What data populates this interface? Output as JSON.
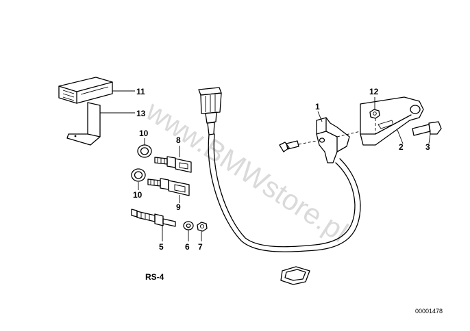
{
  "diagram": {
    "watermark": "www.BMWstore.pl",
    "group_label": "RS-4",
    "image_code": "00001478",
    "callouts": [
      {
        "id": "c1",
        "text": "1"
      },
      {
        "id": "c2",
        "text": "2"
      },
      {
        "id": "c3",
        "text": "3"
      },
      {
        "id": "c5",
        "text": "5"
      },
      {
        "id": "c6",
        "text": "6"
      },
      {
        "id": "c7",
        "text": "7"
      },
      {
        "id": "c8",
        "text": "8"
      },
      {
        "id": "c9",
        "text": "9"
      },
      {
        "id": "c10a",
        "text": "10"
      },
      {
        "id": "c10b",
        "text": "10"
      },
      {
        "id": "c11",
        "text": "11"
      },
      {
        "id": "c12",
        "text": "12"
      },
      {
        "id": "c13",
        "text": "13"
      }
    ]
  }
}
